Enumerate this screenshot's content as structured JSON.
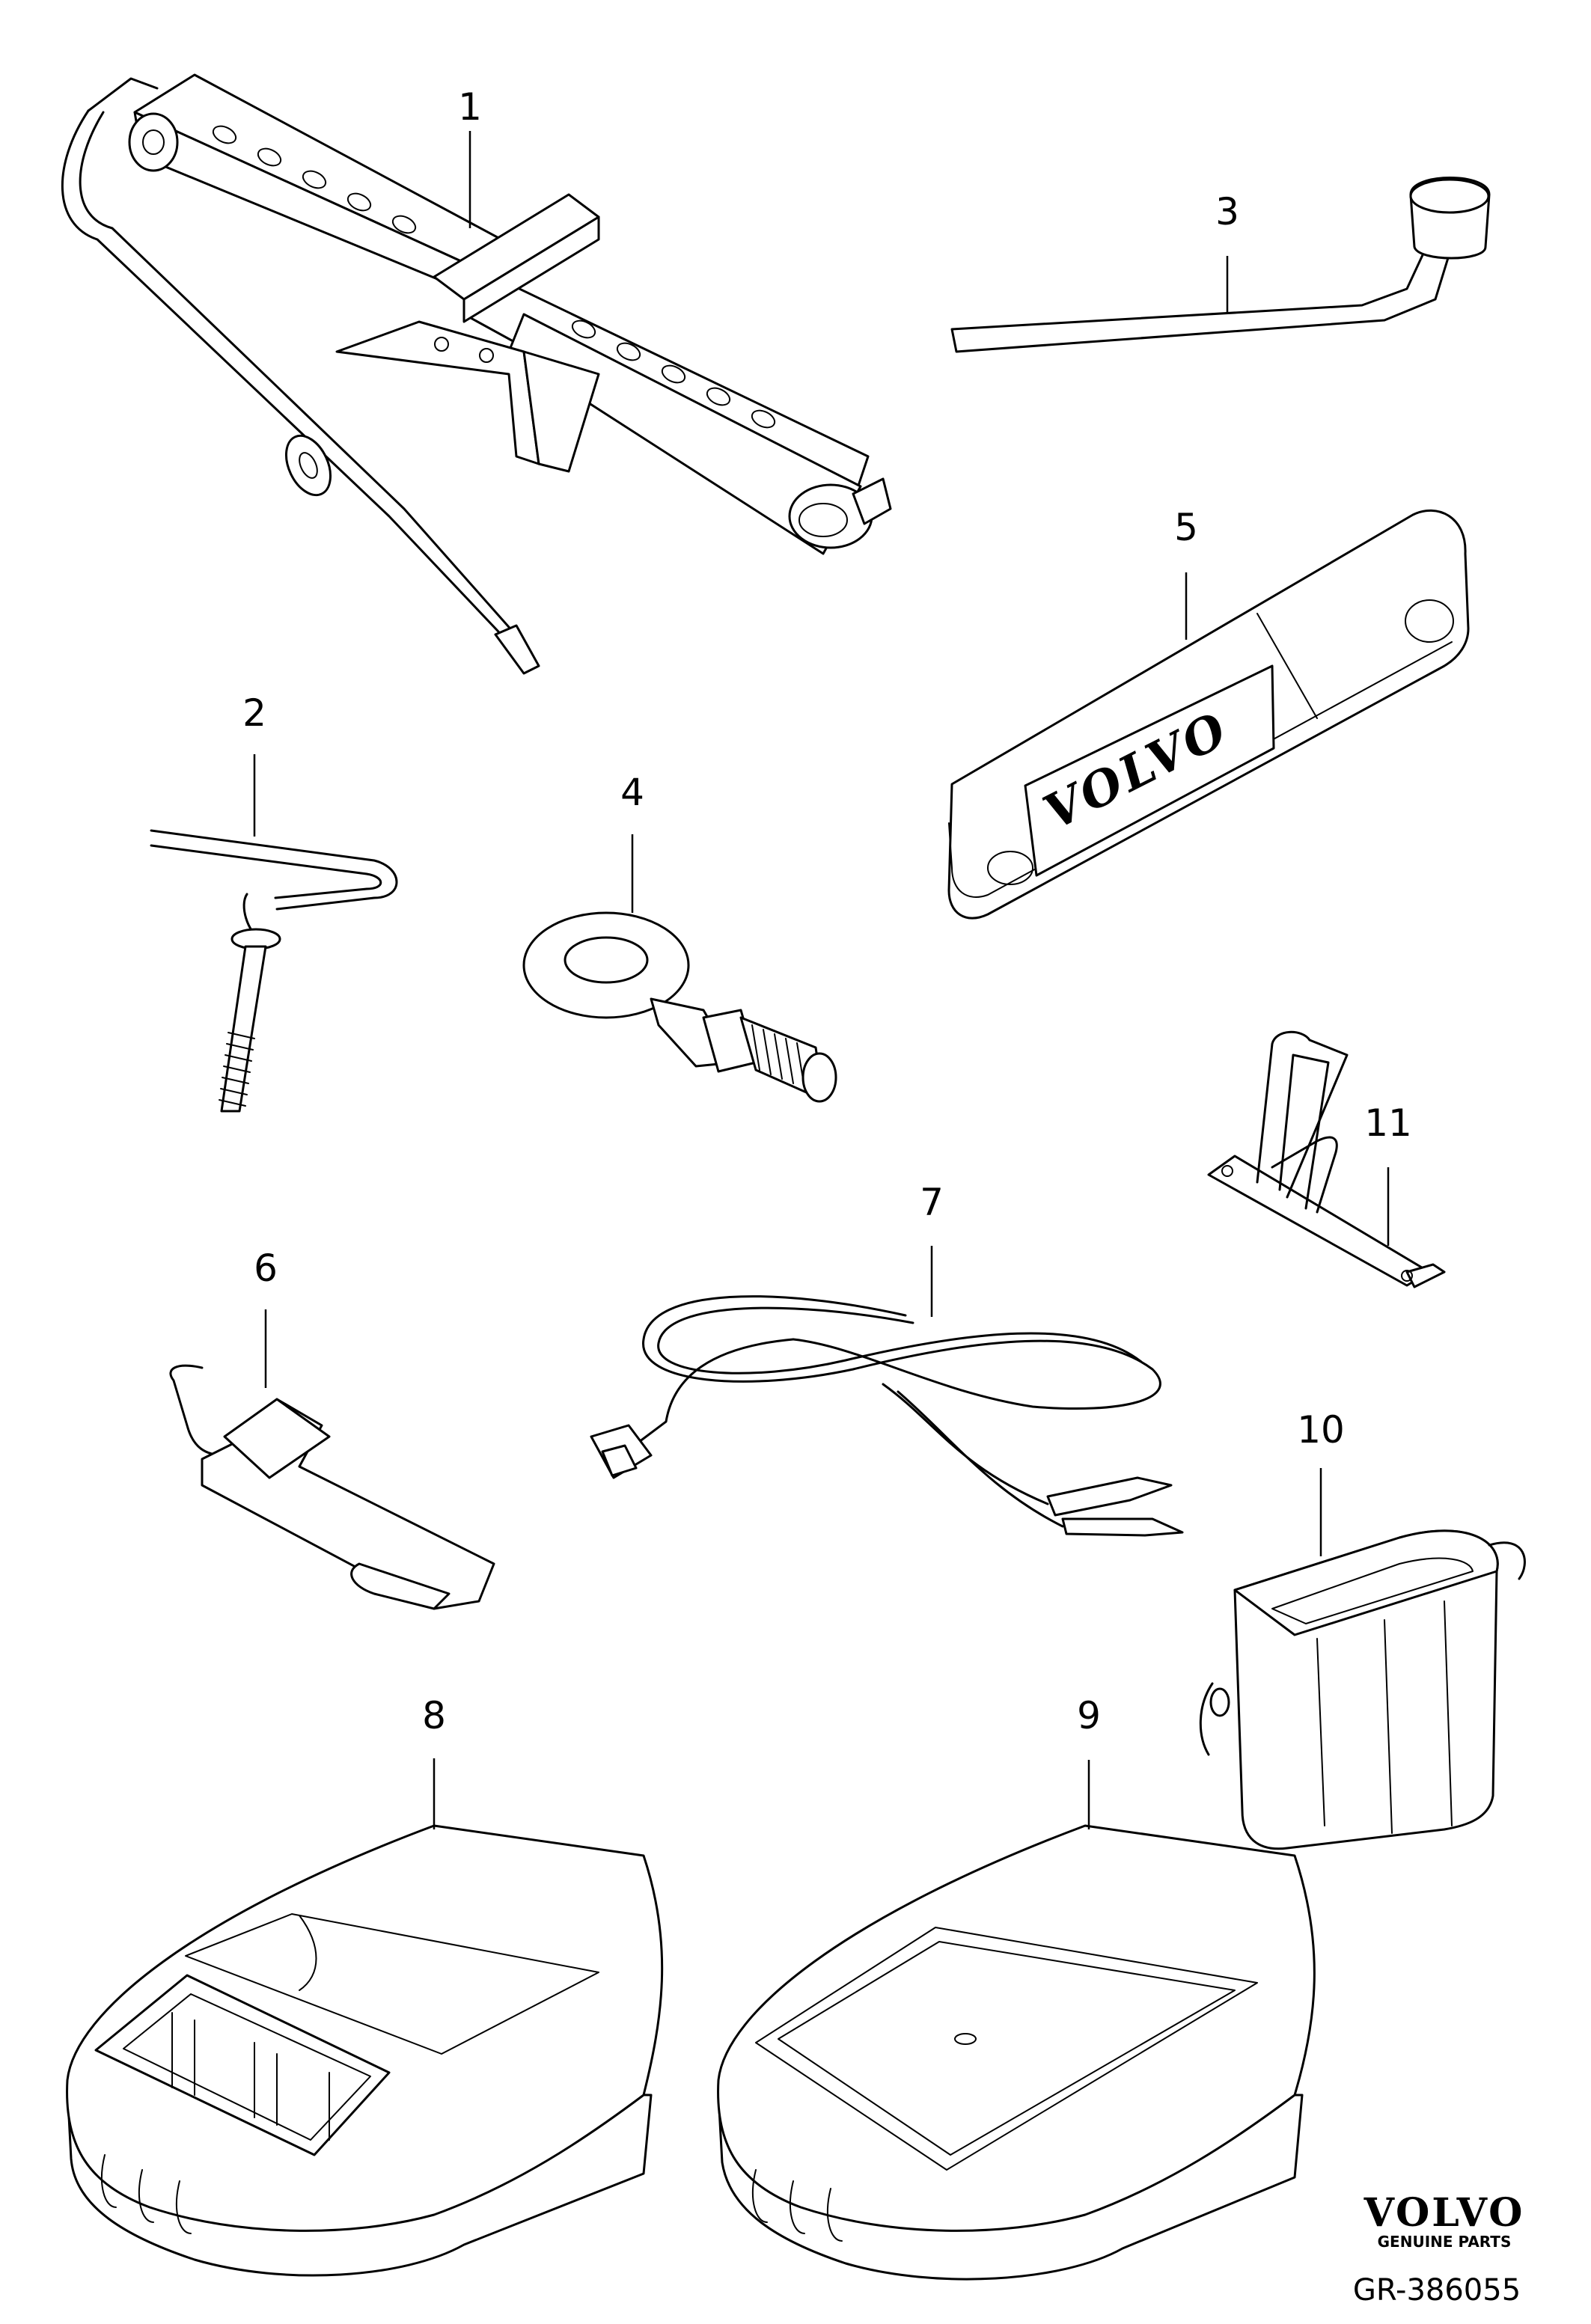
{
  "callouts": {
    "c1": "1",
    "c2": "2",
    "c3": "3",
    "c4": "4",
    "c5": "5",
    "c6": "6",
    "c7": "7",
    "c8": "8",
    "c9": "9",
    "c10": "10",
    "c11": "11"
  },
  "plate_brand": "VOLVO",
  "footer": {
    "brand": "VOLVO",
    "tagline": "GENUINE PARTS",
    "reference": "GR-386055"
  }
}
